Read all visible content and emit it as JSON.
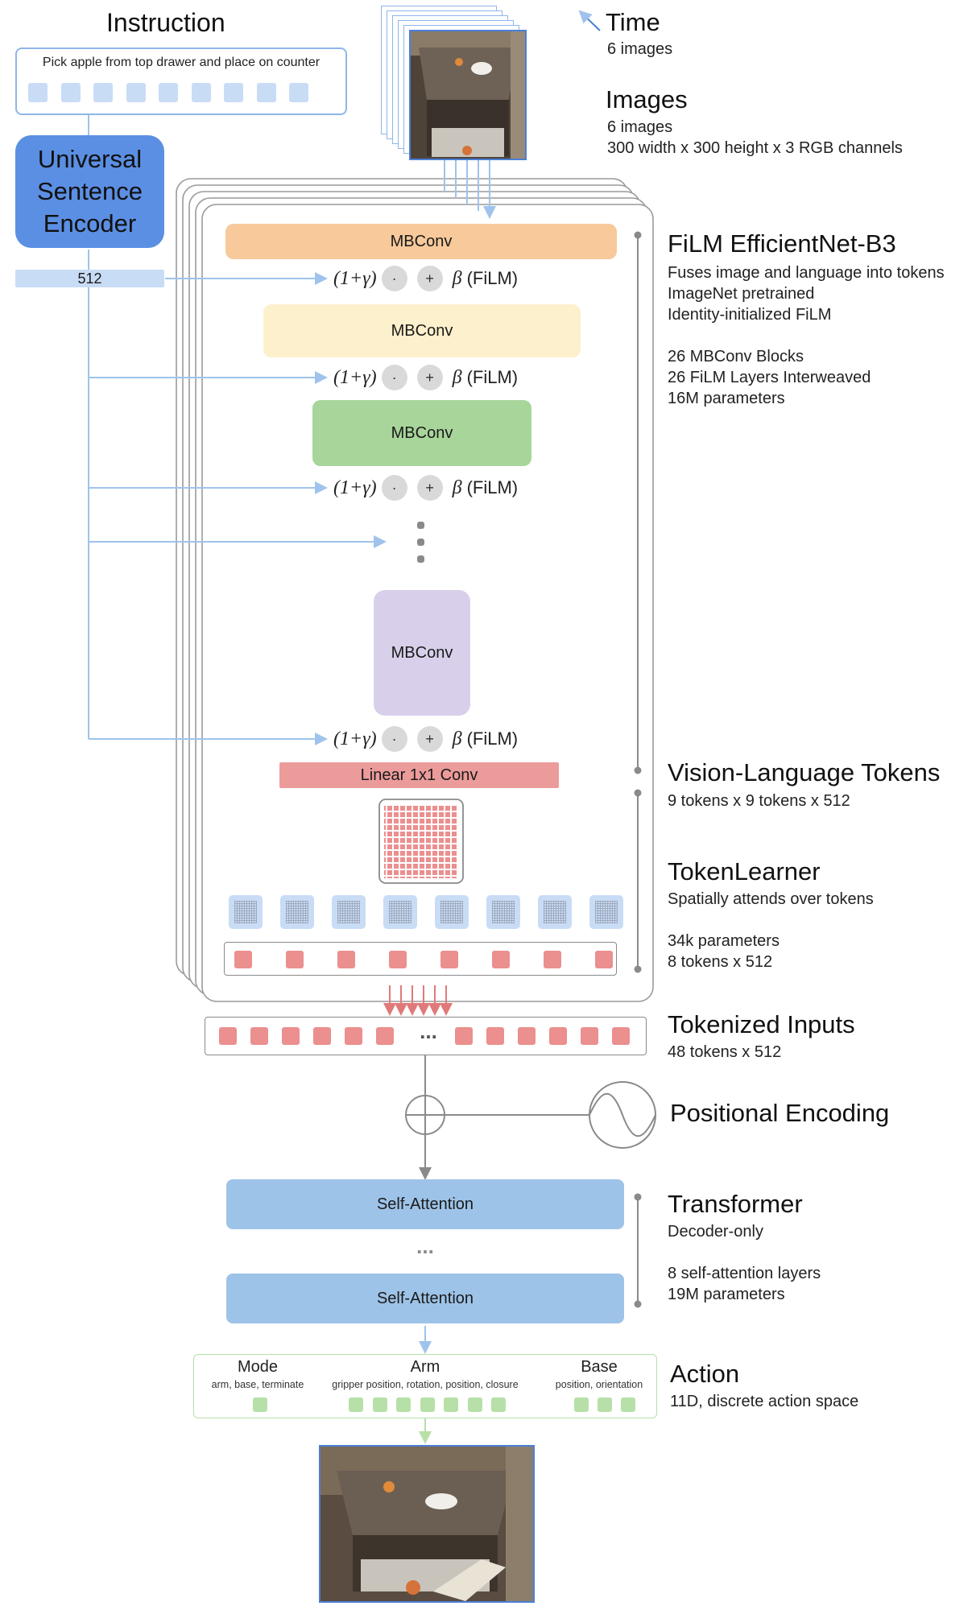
{
  "instruction": {
    "title": "Instruction",
    "text": "Pick apple from top drawer and place on counter"
  },
  "encoder": {
    "label": "Universal Sentence Encoder",
    "embedding_label": "512"
  },
  "time": {
    "title": "Time",
    "sub": "6 images"
  },
  "images": {
    "title": "Images",
    "sub1": "6 images",
    "sub2": "300 width x 300 height x 3 RGB channels"
  },
  "film_net": {
    "title": "FiLM EfficientNet-B3",
    "lines": [
      "Fuses image and language into tokens",
      "ImageNet pretrained",
      "Identity-initialized FiLM"
    ],
    "stats": [
      "26 MBConv Blocks",
      "26 FiLM Layers Interweaved",
      "16M parameters"
    ],
    "block_label": "MBConv",
    "film_gamma": "(1+γ)",
    "film_mul": "·",
    "film_add": "+",
    "film_beta": "β",
    "film_tag": "(FiLM)",
    "linear_label": "Linear 1x1 Conv"
  },
  "vl_tokens": {
    "title": "Vision-Language Tokens",
    "sub": "9 tokens x 9 tokens x 512"
  },
  "token_learner": {
    "title": "TokenLearner",
    "sub": "Spatially attends over tokens",
    "stats": [
      "34k parameters",
      "8 tokens x 512"
    ]
  },
  "tokenized": {
    "title": "Tokenized Inputs",
    "sub": "48 tokens x 512",
    "ellipsis": "..."
  },
  "positional": {
    "title": "Positional Encoding"
  },
  "transformer": {
    "title": "Transformer",
    "sub": "Decoder-only",
    "stats": [
      "8 self-attention layers",
      "19M parameters"
    ],
    "layer_label": "Self-Attention",
    "ellipsis": "..."
  },
  "action": {
    "title": "Action",
    "sub": "11D, discrete action space",
    "groups": [
      {
        "name": "Mode",
        "desc": "arm, base, terminate",
        "count": 1
      },
      {
        "name": "Arm",
        "desc": "gripper position, rotation, position, closure",
        "count": 7
      },
      {
        "name": "Base",
        "desc": "position, orientation",
        "count": 3
      }
    ]
  },
  "colors": {
    "blue_line": "#9fc3ec",
    "encoder": "#5b8fe3",
    "mbconv1": "#f7c99b",
    "mbconv2": "#fdf0cc",
    "mbconv3": "#a8d59a",
    "mbconv4": "#d8d0ea",
    "linear": "#ec9b9b",
    "token_red": "#eb8f8f",
    "token_blue": "#c9dcf6",
    "self_attn": "#9ec3e8",
    "action_green": "#b7e0a8"
  }
}
